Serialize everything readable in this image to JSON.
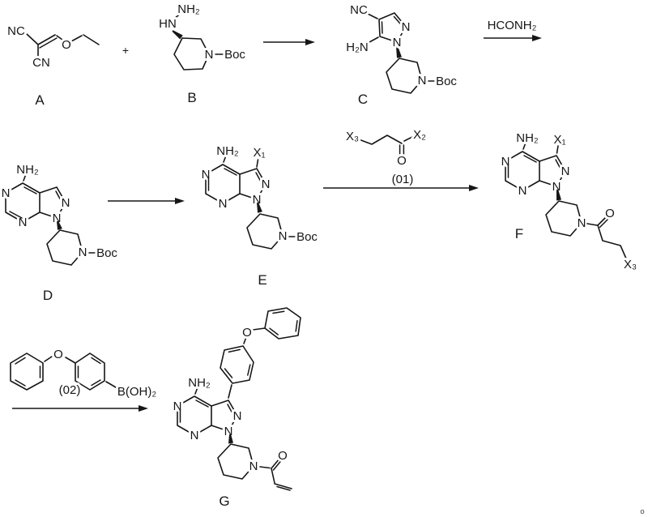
{
  "atoms": {
    "N": "N",
    "O": "O",
    "NC": "NC",
    "CN": "CN",
    "HN": "HN",
    "NH2": "NH₂",
    "H2N": "H₂N",
    "Boc": "Boc",
    "X1": "X₁",
    "X2": "X₂",
    "X3": "X₃",
    "BOH2": "B(OH)₂"
  },
  "reagents": {
    "plus": "+",
    "formamide": "HCONH₂",
    "step01": "(01)",
    "step02": "(02)"
  },
  "labels": {
    "A": "A",
    "B": "B",
    "C": "C",
    "D": "D",
    "E": "E",
    "F": "F",
    "G": "G"
  },
  "footnote_mark": "o"
}
